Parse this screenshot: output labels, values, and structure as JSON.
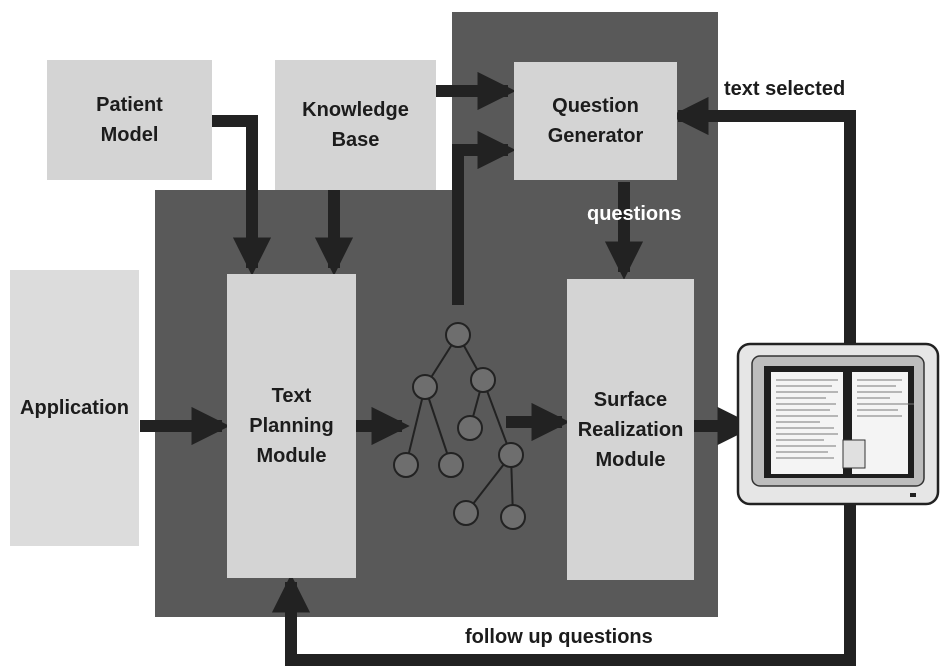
{
  "diagram": {
    "boxes": {
      "patient_model": "Patient\nModel",
      "knowledge_base": "Knowledge\nBase",
      "question_generator": "Question\nGenerator",
      "application": "Application",
      "text_planning": "Text\nPlanning\nModule",
      "surface_realization": "Surface\nRealization\nModule"
    },
    "labels": {
      "text_selected": "text selected",
      "questions": "questions",
      "follow_up": "follow up questions"
    }
  }
}
